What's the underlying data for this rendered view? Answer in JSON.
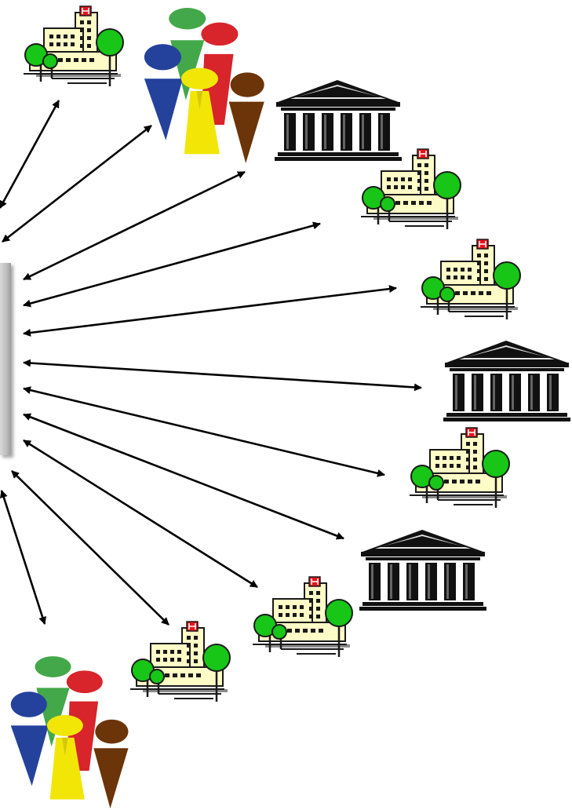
{
  "diagram": {
    "type": "hub-and-spoke",
    "colors": {
      "arrow": "#000000",
      "hub": "#c4c4c4",
      "building_wall": "#fdfbc6",
      "building_outline": "#1a1a1a",
      "hospital_sign": "#e8141b",
      "tree": "#17c617",
      "temple": "#111111",
      "person_blue": "#24429c",
      "person_red": "#d8242b",
      "person_green": "#43a849",
      "person_yellow": "#f2e607",
      "person_brown": "#6b3409"
    },
    "nodes": [
      {
        "name": "hospital",
        "icon": "hospital-icon"
      },
      {
        "name": "people-group",
        "icon": "people-group-icon"
      },
      {
        "name": "institution",
        "icon": "temple-icon"
      },
      {
        "name": "hospital",
        "icon": "hospital-icon"
      },
      {
        "name": "hospital",
        "icon": "hospital-icon"
      },
      {
        "name": "institution",
        "icon": "temple-icon"
      },
      {
        "name": "hospital",
        "icon": "hospital-icon"
      },
      {
        "name": "institution",
        "icon": "temple-icon"
      },
      {
        "name": "hospital",
        "icon": "hospital-icon"
      },
      {
        "name": "hospital",
        "icon": "hospital-icon"
      },
      {
        "name": "people-group",
        "icon": "people-group-icon"
      }
    ],
    "connections": "bidirectional"
  }
}
